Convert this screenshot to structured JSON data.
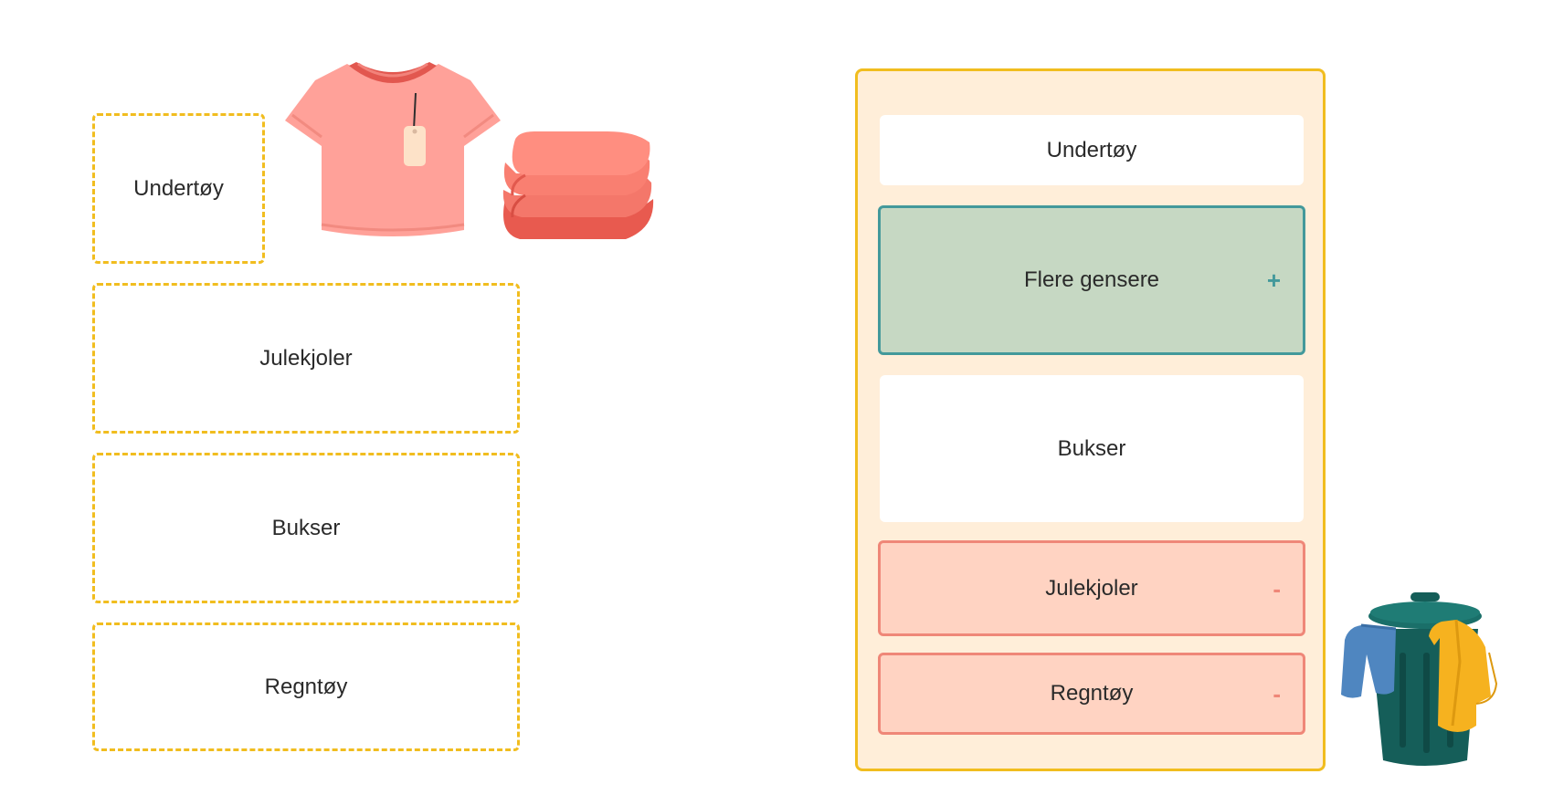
{
  "left_slots": [
    {
      "label": "Undertøy"
    },
    {
      "label": "Julekjoler"
    },
    {
      "label": "Bukser"
    },
    {
      "label": "Regntøy"
    }
  ],
  "panel": {
    "items": [
      {
        "label": "Undertøy",
        "status": "unchanged",
        "marker": ""
      },
      {
        "label": "Flere gensere",
        "status": "added",
        "marker": "+"
      },
      {
        "label": "Bukser",
        "status": "unchanged",
        "marker": ""
      },
      {
        "label": "Julekjoler",
        "status": "removed",
        "marker": "-"
      },
      {
        "label": "Regntøy",
        "status": "removed",
        "marker": "-"
      }
    ]
  },
  "icons": {
    "tshirt": "tshirt-icon",
    "folded_clothes": "folded-clothes-icon",
    "trash_bin": "trash-bin-with-clothes-icon"
  },
  "colors": {
    "slot_border": "#f1bd1f",
    "panel_bg": "#ffeed9",
    "added_bg": "#c6d8c3",
    "added_border": "#43999b",
    "removed_bg": "#ffd3c2",
    "removed_border": "#ef8778"
  }
}
